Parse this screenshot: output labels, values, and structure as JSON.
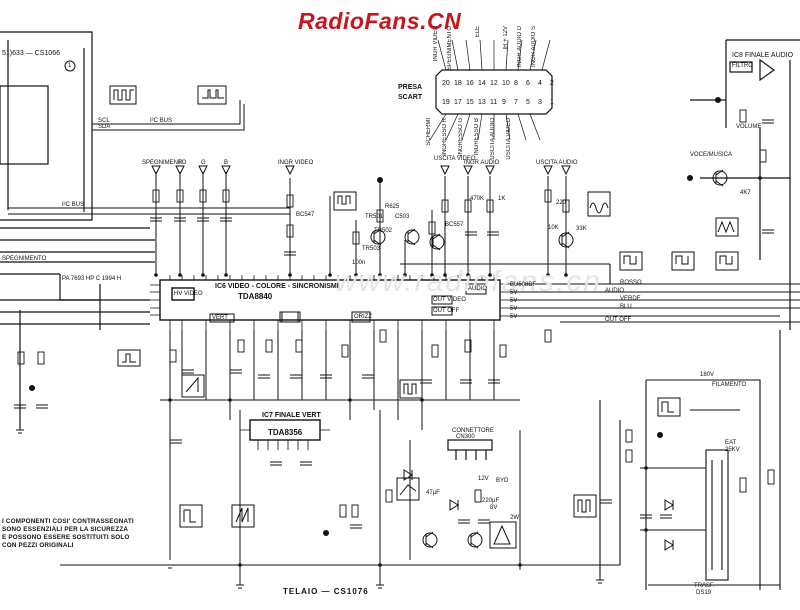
{
  "watermark": "RadioFans.CN",
  "ghost_watermark": "www.radiofans.cn",
  "header": {
    "board_ref_left": "51)633 — CS1066",
    "circle_mark": "1",
    "ic8_title": "IC8 FINALE AUDIO",
    "filter_box": "FILTRO"
  },
  "scart": {
    "title_line1": "PRESA",
    "title_line2": "SCART",
    "top_pins": [
      "20",
      "18",
      "16",
      "14",
      "12",
      "10",
      "8",
      "6",
      "4",
      "2"
    ],
    "bottom_pins": [
      "19",
      "17",
      "15",
      "13",
      "11",
      "9",
      "7",
      "5",
      "3",
      "1"
    ],
    "top_signals": [
      "INGR VIDEO",
      "SPEGNIMENTO",
      "",
      "ELE",
      "",
      "IR + 12V",
      "INGR AUDIO D",
      "INGR AUDIO S"
    ],
    "bottom_signals": [
      "SCHERMI",
      "INGRESSO R",
      "INGRESSO G",
      "INGRESSO B",
      "USCITA AUDIO",
      "USCITA VIDEO"
    ]
  },
  "ic6": {
    "title": "IC6  VIDEO - COLORE - SINCRONISMI",
    "part": "TDA8840",
    "pins_label_hv": "HV VIDEO",
    "out_box": "OUT VIDEO",
    "out_off": "OUT OFF",
    "ic_label_audio": "AUDIO"
  },
  "ic7": {
    "title": "IC7  FINALE VERT",
    "part": "TDA8356",
    "vert_box": "VERT",
    "orbit": "ORIZZ"
  },
  "bus_labels": {
    "i2c_bus_top": "I²C BUS",
    "i2c_bus_left": "I²C BUS",
    "scl": "SCL",
    "sda": "SDA",
    "spegnimento": "SPEGNIMENTO",
    "rosso": "ROSSO",
    "verde": "VERDE",
    "blu": "BLU",
    "audio": "AUDIO",
    "out_off_line": "OUT OFF",
    "v180": "180V",
    "filamento": "FILAMENTO",
    "pa_link": "PA 7693 HP\nC 1994 H"
  },
  "section_labels": {
    "spegnimento": "SPEGNIMENTO",
    "r": "R",
    "g": "G",
    "b": "B",
    "ingr_video": "INGR VIDEO",
    "uscita_video": "USCITA VIDEO",
    "ingr_audio": "INGR AUDIO",
    "uscita_audio": "USCITA AUDIO",
    "voce_musica": "VOCE/MUSICA",
    "volume": "VOLUME",
    "connettore": "CONNETTORE",
    "connettore_ref": "CN300",
    "trasf": "TRASF.",
    "trasf_ref": "DS19",
    "eat": "EAT",
    "eat_v": "25KV"
  },
  "note_lines": [
    "I COMPONENTI COSI' CONTRASSEGNATI",
    "SONO ESSENZIALI PER LA SICUREZZA",
    "E POSSONO ESSERE SOSTITUITI SOLO",
    "CON PEZZI ORIGINALI"
  ],
  "footer": "TELAIO — CS1076",
  "component_refs": [
    "R625",
    "C503",
    "TR501",
    "TR502",
    "TR503",
    "BC547",
    "BC557",
    "470K",
    "1K",
    "220",
    "10K",
    "33K",
    "4K7",
    "100n",
    "47µF",
    "220µF",
    "2W",
    "8V",
    "12V",
    "BYD",
    "BU508DF",
    "5V",
    "5V",
    "5V",
    "5V"
  ],
  "colors": {
    "ink": "#111111",
    "watermark": "#c8141c",
    "ghost": "#e6e6e6"
  }
}
